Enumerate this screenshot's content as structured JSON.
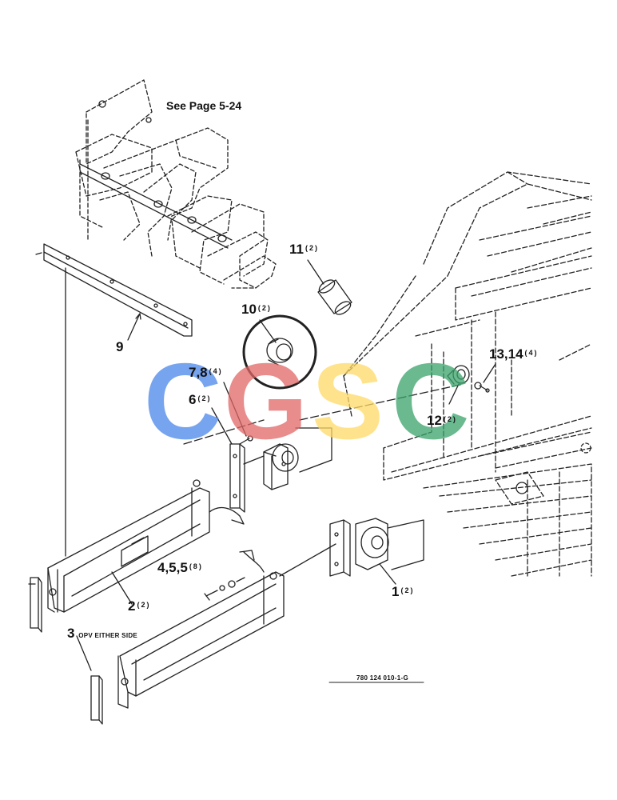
{
  "note": "See Page 5-24",
  "drawing_number": "780 124 010-1-G",
  "watermark": {
    "letters": [
      "C",
      "G",
      "S",
      "C"
    ],
    "colors": [
      "#4a86e8",
      "#e06666",
      "#ffd966",
      "#38a169"
    ]
  },
  "callouts": [
    {
      "id": "9",
      "number": "9",
      "qty": ""
    },
    {
      "id": "11",
      "number": "11",
      "qty": "(2)"
    },
    {
      "id": "10",
      "number": "10",
      "qty": "(2)"
    },
    {
      "id": "7-8",
      "number": "7,8",
      "qty": "(4)"
    },
    {
      "id": "6",
      "number": "6",
      "qty": "(2)"
    },
    {
      "id": "13-14",
      "number": "13,14",
      "qty": "(4)"
    },
    {
      "id": "12",
      "number": "12",
      "qty": "(2)"
    },
    {
      "id": "2",
      "number": "2",
      "qty": "(2)"
    },
    {
      "id": "4-5-5",
      "number": "4,5,5",
      "qty": "(8)"
    },
    {
      "id": "1",
      "number": "1",
      "qty": "(2)"
    },
    {
      "id": "3",
      "number": "3",
      "qty": ""
    }
  ],
  "callout_3_note": "OPV EITHER SIDE"
}
